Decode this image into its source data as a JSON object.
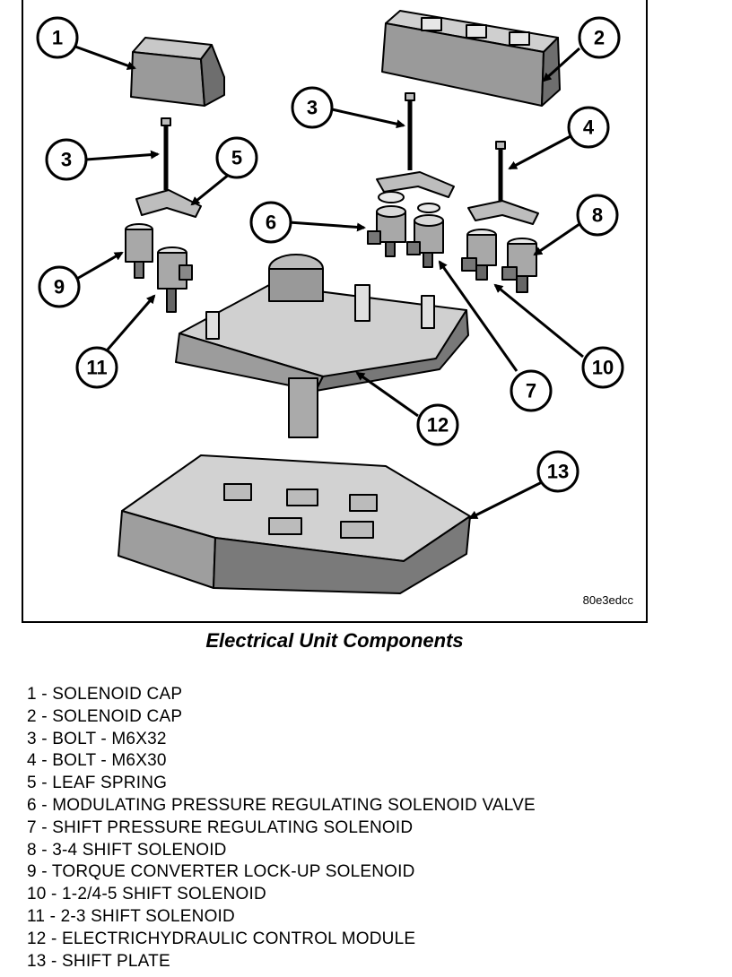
{
  "figure": {
    "code": "80e3edcc",
    "caption": "Electrical Unit Components"
  },
  "callouts": [
    "1",
    "2",
    "3",
    "3",
    "4",
    "5",
    "6",
    "7",
    "8",
    "9",
    "10",
    "11",
    "12",
    "13"
  ],
  "legend": [
    "1 - SOLENOID CAP",
    "2 - SOLENOID CAP",
    "3 - BOLT - M6X32",
    "4 - BOLT - M6X30",
    "5 - LEAF SPRING",
    "6 - MODULATING PRESSURE REGULATING SOLENOID VALVE",
    "7 - SHIFT PRESSURE REGULATING SOLENOID",
    "8 - 3-4 SHIFT SOLENOID",
    "9 - TORQUE CONVERTER LOCK-UP SOLENOID",
    "10 - 1-2/4-5 SHIFT SOLENOID",
    "11 - 2-3 SHIFT SOLENOID",
    "12 - ELECTRICHYDRAULIC CONTROL MODULE",
    "13 - SHIFT PLATE"
  ]
}
